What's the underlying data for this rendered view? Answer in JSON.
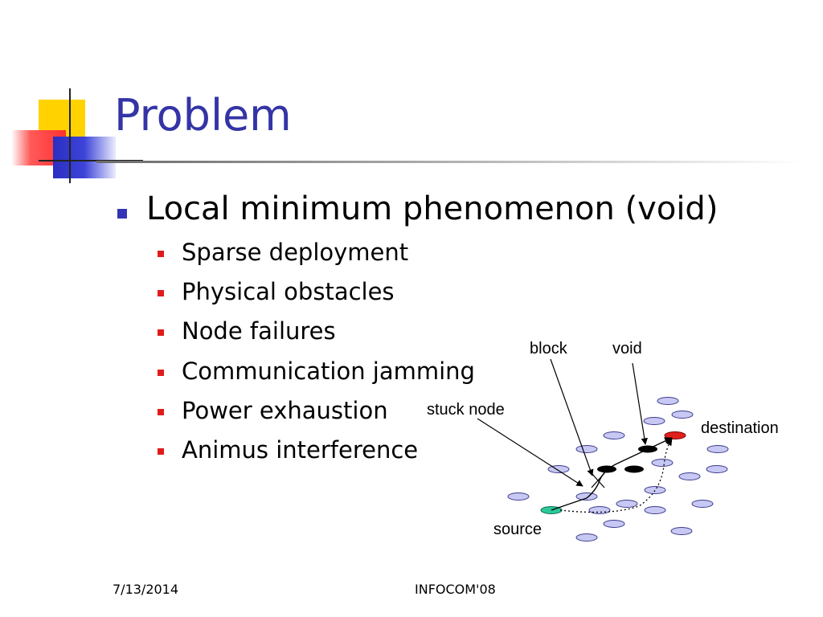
{
  "slide": {
    "title": "Problem",
    "main_bullet": "Local minimum phenomenon (void)",
    "sub_bullets": [
      "Sparse deployment",
      "Physical obstacles",
      "Node failures",
      "Communication jamming",
      "Power exhaustion",
      "Animus interference"
    ]
  },
  "diagram": {
    "labels": {
      "block": "block",
      "void": "void",
      "stuck_node": "stuck node",
      "destination": "destination",
      "source": "source"
    },
    "colors": {
      "node_fill": "#c8c8f4",
      "node_stroke": "#3c3c8c",
      "void_node": "#000000",
      "destination": "#e0201c",
      "source": "#2dc89a"
    }
  },
  "footer": {
    "date": "7/13/2014",
    "conference": "INFOCOM'08"
  },
  "theme": {
    "title_color": "#3434a6",
    "main_bullet_color": "#3434b4",
    "sub_bullet_color": "#e11b1b"
  }
}
